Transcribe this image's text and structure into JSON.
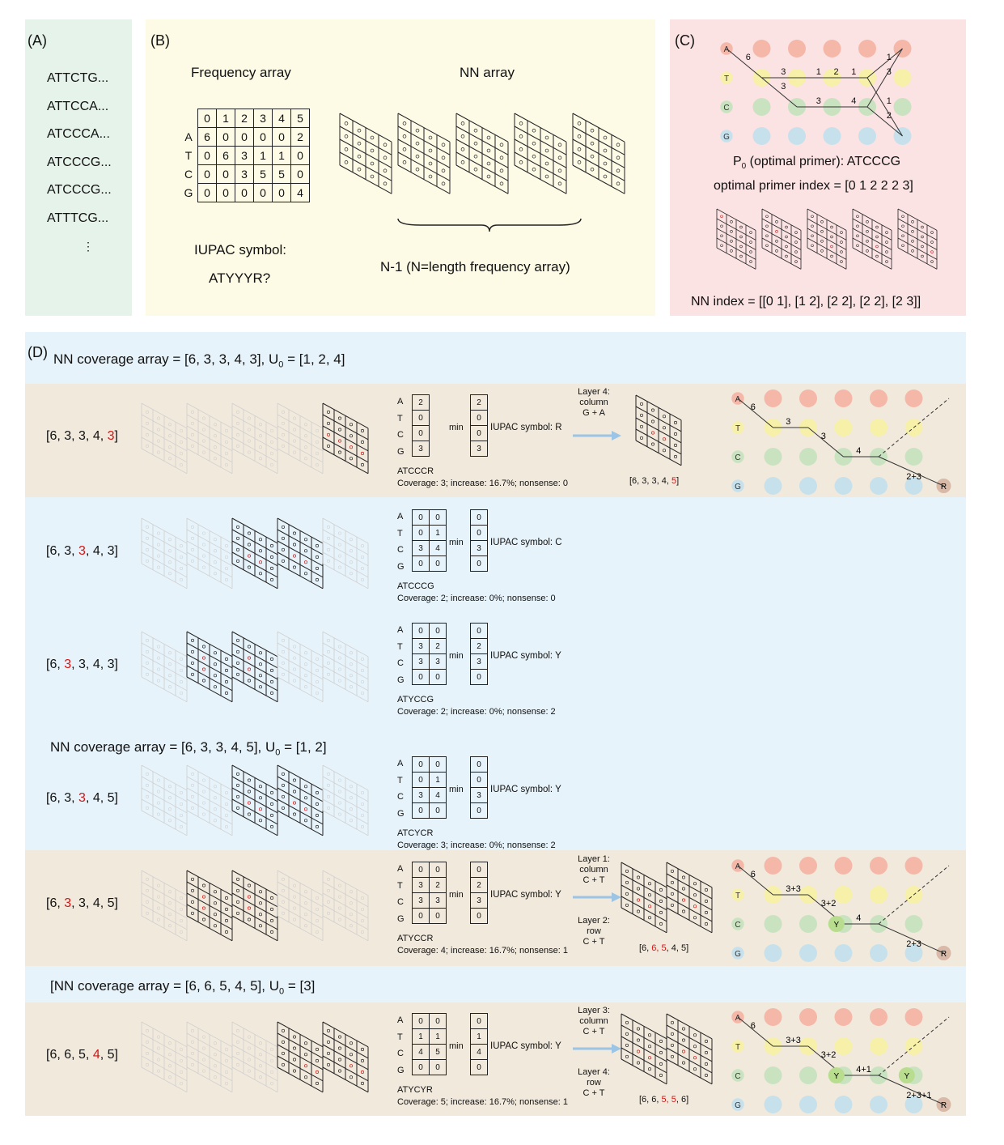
{
  "panelA": {
    "label": "(A)",
    "sequences": [
      "ATTCTG...",
      "ATTCCA...",
      "ATCCCA...",
      "ATCCCG...",
      "ATCCCG...",
      "ATTTCG..."
    ],
    "ellipsis": "⋮"
  },
  "panelB": {
    "label": "(B)",
    "freq_title": "Frequency array",
    "nn_title": "NN array",
    "header": [
      "",
      "0",
      "1",
      "2",
      "3",
      "4",
      "5"
    ],
    "rows": [
      [
        "A",
        "6",
        "0",
        "0",
        "0",
        "0",
        "2"
      ],
      [
        "T",
        "0",
        "6",
        "3",
        "1",
        "1",
        "0"
      ],
      [
        "C",
        "0",
        "0",
        "3",
        "5",
        "5",
        "0"
      ],
      [
        "G",
        "0",
        "0",
        "0",
        "0",
        "0",
        "4"
      ]
    ],
    "iupac_label": "IUPAC symbol:",
    "iupac_value": "ATYYYR?",
    "brace_caption": "N-1 (N=length frequency array)"
  },
  "panelC": {
    "label": "(C)",
    "nodes": [
      "A",
      "T",
      "C",
      "G"
    ],
    "primer_line_prefix": "P",
    "primer_line_sub": "0",
    "primer_line_rest": " (optimal primer): ATCCCG",
    "primer_index": "optimal primer index = [0 1 2 2 2 3]",
    "nn_index": "NN index = [[0 1], [1 2], [2 2], [2 2], [2 3]]",
    "edge_labels": [
      "6",
      "3",
      "3",
      "1",
      "2",
      "1",
      "1",
      "3",
      "4",
      "2",
      "1",
      "3"
    ]
  },
  "panelD": {
    "label": "(D)",
    "header_pre": "NN coverage array = [6, 3, 3, 4, 3],   U",
    "header_sub": "0",
    "header_post": " = [1, 2, 4]",
    "letters": [
      "A",
      "T",
      "C",
      "G"
    ],
    "min_label": "min",
    "rows": [
      {
        "pre": "[6, 3, 3, 4, ",
        "hl": "3",
        "post": "]",
        "cols": [
          [
            "2",
            "0",
            "0",
            "3"
          ]
        ],
        "mincol": [
          "2",
          "0",
          "0",
          "3"
        ],
        "iupac": "IUPAC symbol: R",
        "seq": "ATCCCR",
        "stats": "Coverage: 3; increase: 16.7%; nonsense: 0",
        "arrow_text": [
          "Layer 4:",
          "column",
          "G + A"
        ],
        "result_pre": "[6, 3, 3, 4, ",
        "result_hl": "5",
        "result_post": "]",
        "graph_edges": [
          "6",
          "3",
          "3",
          "4",
          "2+3"
        ],
        "end_node": "R"
      },
      {
        "pre": "[6, 3, ",
        "hl": "3",
        "post": ", 4, 3]",
        "cols": [
          [
            "0",
            "0",
            "3",
            "0"
          ],
          [
            "0",
            "1",
            "4",
            "0"
          ]
        ],
        "mincol": [
          "0",
          "0",
          "3",
          "0"
        ],
        "iupac": "IUPAC symbol: C",
        "seq": "ATCCCG",
        "stats": "Coverage: 2; increase: 0%; nonsense: 0"
      },
      {
        "pre": "[6, ",
        "hl": "3",
        "post": ", 3, 4, 3]",
        "cols": [
          [
            "0",
            "3",
            "3",
            "0"
          ],
          [
            "0",
            "2",
            "3",
            "0"
          ]
        ],
        "mincol": [
          "0",
          "2",
          "3",
          "0"
        ],
        "iupac": "IUPAC symbol: Y",
        "seq": "ATYCCG",
        "stats": "Coverage: 2; increase: 0%; nonsense: 2"
      },
      {
        "pre": "[6, 3, ",
        "hl": "3",
        "post": ", 4, 5]",
        "cols": [
          [
            "0",
            "0",
            "3",
            "0"
          ],
          [
            "0",
            "1",
            "4",
            "0"
          ]
        ],
        "mincol": [
          "0",
          "0",
          "3",
          "0"
        ],
        "iupac": "IUPAC symbol: Y",
        "seq": "ATCYCR",
        "stats": "Coverage: 3; increase: 0%; nonsense: 2"
      },
      {
        "pre": "[6, ",
        "hl": "3",
        "post": ", 3, 4, 5]",
        "cols": [
          [
            "0",
            "3",
            "3",
            "0"
          ],
          [
            "0",
            "2",
            "3",
            "0"
          ]
        ],
        "mincol": [
          "0",
          "2",
          "3",
          "0"
        ],
        "iupac": "IUPAC symbol: Y",
        "seq": "ATYCCR",
        "stats": "Coverage: 4; increase: 16.7%; nonsense: 1",
        "arrow_text": [
          "Layer 1:",
          "column",
          "C + T"
        ],
        "arrow_text2": [
          "Layer 2:",
          "row",
          "C + T"
        ],
        "result_pre": "[6, ",
        "result_hl": "6, 5",
        "result_post": ", 4, 5]",
        "graph_edges": [
          "6",
          "3+3",
          "3+2",
          "4",
          "2+3"
        ],
        "mid_node": "Y",
        "end_node": "R"
      },
      {
        "pre": "[6, 6, 5, ",
        "hl": "4",
        "post": ", 5]",
        "cols": [
          [
            "0",
            "1",
            "4",
            "0"
          ],
          [
            "0",
            "1",
            "5",
            "0"
          ]
        ],
        "mincol": [
          "0",
          "1",
          "4",
          "0"
        ],
        "iupac": "IUPAC symbol: Y",
        "seq": "ATYCYR",
        "stats": "Coverage: 5; increase: 16.7%; nonsense: 1",
        "arrow_text": [
          "Layer 3:",
          "column",
          "C + T"
        ],
        "arrow_text2": [
          "Layer 4:",
          "row",
          "C + T"
        ],
        "result_pre": "[6, 6, ",
        "result_hl": "5, 5",
        "result_post": ", 6]",
        "graph_edges": [
          "6",
          "3+3",
          "3+2",
          "4+1",
          "2+3+1"
        ],
        "mid_node": "Y",
        "mid_node2": "Y",
        "end_node": "R"
      }
    ],
    "mid_header1_pre": "NN coverage array = [6, 3, 3, 4, 5],   U",
    "mid_header1_sub": "0",
    "mid_header1_post": " = [1, 2]",
    "mid_header2_pre": "[NN coverage array = [6, 6, 5, 4, 5],   U",
    "mid_header2_sub": "0",
    "mid_header2_post": " = [3]"
  },
  "colors": {
    "panelA_bg": "#e6f3ea",
    "panelB_bg": "#fdfbe6",
    "panelC_bg": "#fbe2e3",
    "blue_bg": "#e7f3fa",
    "tan_bg": "#f1e9dc",
    "node_A": "#f5b7a8",
    "node_T": "#f7f0a8",
    "node_C": "#c9e3c0",
    "node_G": "#c6e1ec",
    "node_R": "#d9b9a7",
    "highlight": "#d21414",
    "arrow": "#9cc4e4"
  }
}
